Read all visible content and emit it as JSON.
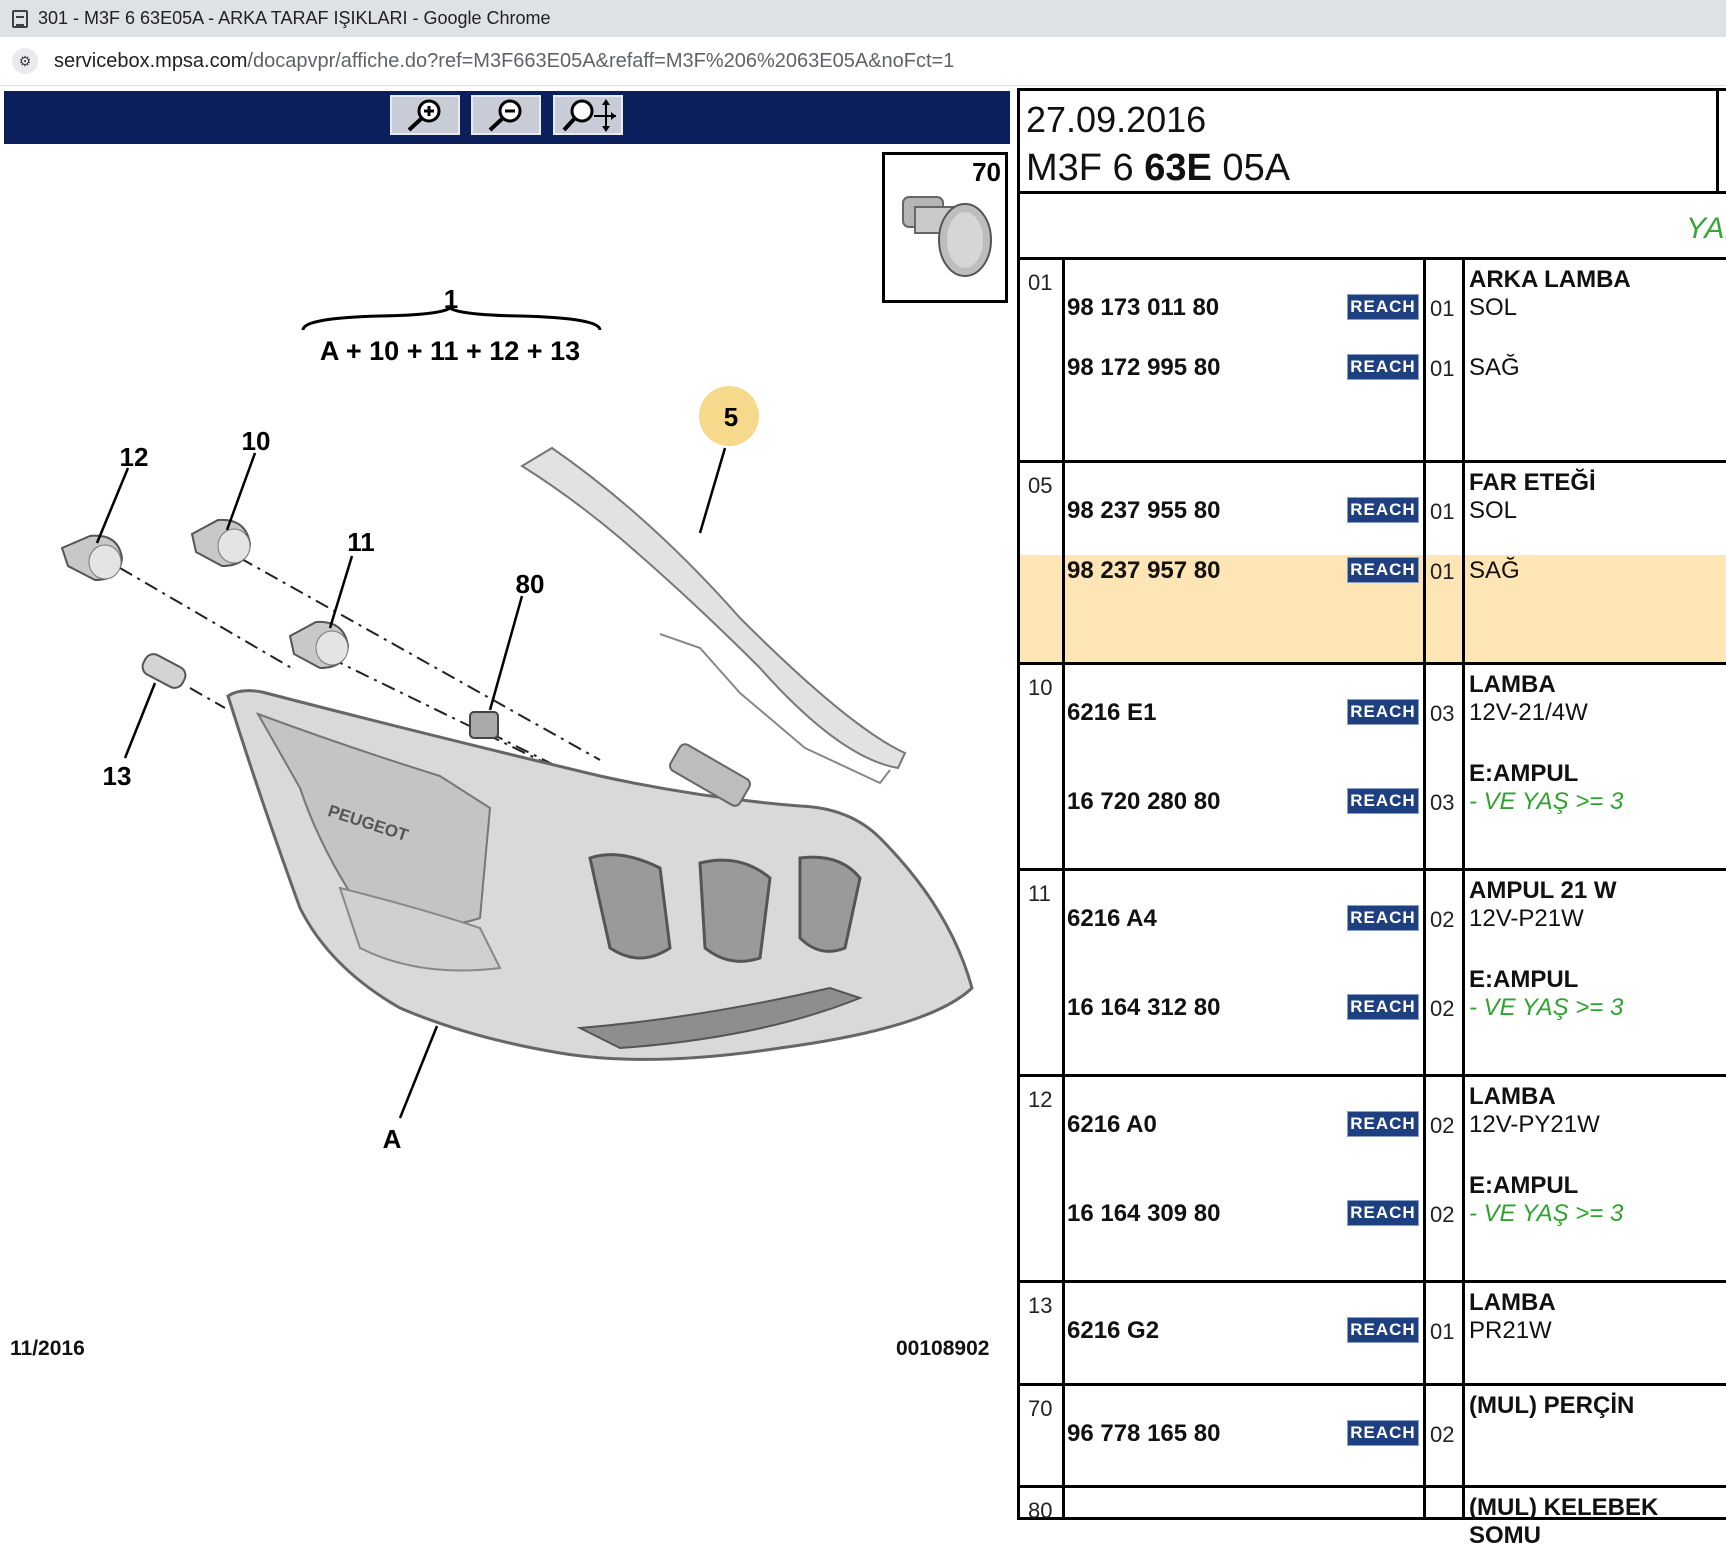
{
  "browser": {
    "title": "301 - M3F 6 63E05A - ARKA TARAF IŞIKLARI - Google Chrome",
    "url_host": "servicebox.mpsa.com",
    "url_path": "/docapvpr/affiche.do?ref=M3F663E05A&refaff=M3F%206%2063E05A&noFct=1"
  },
  "toolbar": {
    "zoom_in": "zoom-in-icon",
    "zoom_out": "zoom-out-icon",
    "pan": "zoom-pan-icon"
  },
  "diagram": {
    "inset_label": "70",
    "group_label": "1",
    "group_formula": "A + 10 + 11 + 12 + 13",
    "labels": [
      "12",
      "10",
      "11",
      "80",
      "5",
      "13",
      "A"
    ],
    "brand_text": "PEUGEOT",
    "date": "11/2016",
    "code": "00108902",
    "highlight_color": "#f6d98a"
  },
  "header": {
    "date": "27.09.2016",
    "ref_prefix": "M3F 6 ",
    "ref_bold": "63E",
    "ref_suffix": " 05A",
    "subheader_text": "YAI"
  },
  "parts": [
    {
      "pos": "01",
      "lines": [
        {
          "pn": "98 173 011 80",
          "reach": "REACH",
          "qty": "01",
          "title": "ARKA LAMBA",
          "desc": "SOL"
        },
        {
          "pn": "98 172 995 80",
          "reach": "REACH",
          "qty": "01",
          "desc": "SAĞ"
        }
      ]
    },
    {
      "pos": "05",
      "lines": [
        {
          "pn": "98 237 955 80",
          "reach": "REACH",
          "qty": "01",
          "title": "FAR ETEĞİ",
          "desc": "SOL"
        },
        {
          "pn": "98 237 957 80",
          "reach": "REACH",
          "qty": "01",
          "desc": "SAĞ",
          "highlighted": true
        }
      ]
    },
    {
      "pos": "10",
      "lines": [
        {
          "pn": "6216 E1",
          "reach": "REACH",
          "qty": "03",
          "title": "LAMBA",
          "desc": "12V-21/4W"
        },
        {
          "pn": "16 720 280 80",
          "reach": "REACH",
          "qty": "03",
          "title": "E:AMPUL",
          "desc": "- VE YAŞ >= 3"
        }
      ]
    },
    {
      "pos": "11",
      "lines": [
        {
          "pn": "6216 A4",
          "reach": "REACH",
          "qty": "02",
          "title": "AMPUL 21 W",
          "desc": "12V-P21W"
        },
        {
          "pn": "16 164 312 80",
          "reach": "REACH",
          "qty": "02",
          "title": "E:AMPUL",
          "desc": "- VE YAŞ >= 3"
        }
      ]
    },
    {
      "pos": "12",
      "lines": [
        {
          "pn": "6216 A0",
          "reach": "REACH",
          "qty": "02",
          "title": "LAMBA",
          "desc": "12V-PY21W"
        },
        {
          "pn": "16 164 309 80",
          "reach": "REACH",
          "qty": "02",
          "title": "E:AMPUL",
          "desc": "- VE YAŞ >= 3"
        }
      ]
    },
    {
      "pos": "13",
      "lines": [
        {
          "pn": "6216 G2",
          "reach": "REACH",
          "qty": "01",
          "title": "LAMBA",
          "desc": "PR21W"
        }
      ]
    },
    {
      "pos": "70",
      "lines": [
        {
          "pn": "96 778 165 80",
          "reach": "REACH",
          "qty": "02",
          "title": "(MUL) PERÇİN"
        }
      ]
    },
    {
      "pos": "80",
      "lines": [
        {
          "title": "(MUL) KELEBEK SOMU"
        }
      ]
    }
  ]
}
